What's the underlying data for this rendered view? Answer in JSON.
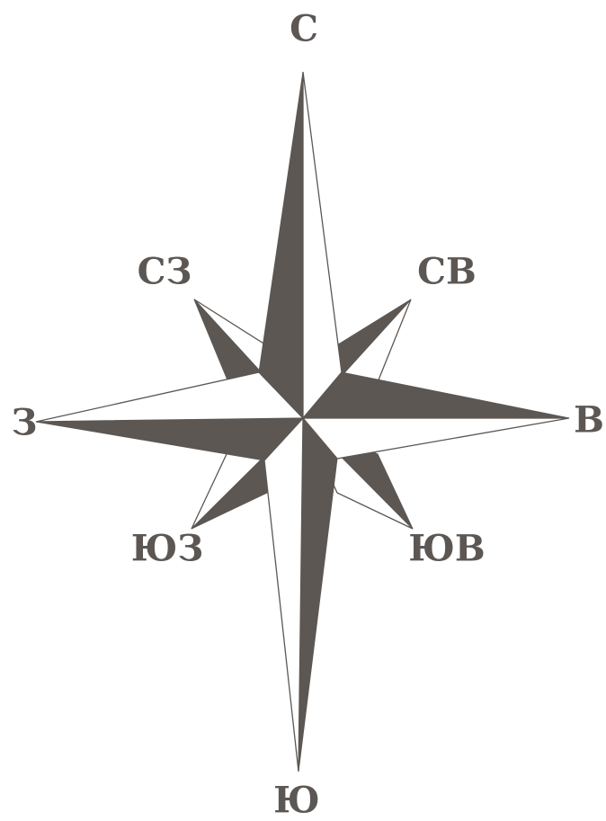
{
  "colors": {
    "ink": "#5c5753",
    "paper": "#ffffff",
    "outline": "#5c5753"
  },
  "labels": {
    "north": "С",
    "northeast": "СВ",
    "east": "В",
    "southeast": "ЮВ",
    "south": "Ю",
    "southwest": "ЮЗ",
    "west": "З",
    "northwest": "СЗ"
  }
}
